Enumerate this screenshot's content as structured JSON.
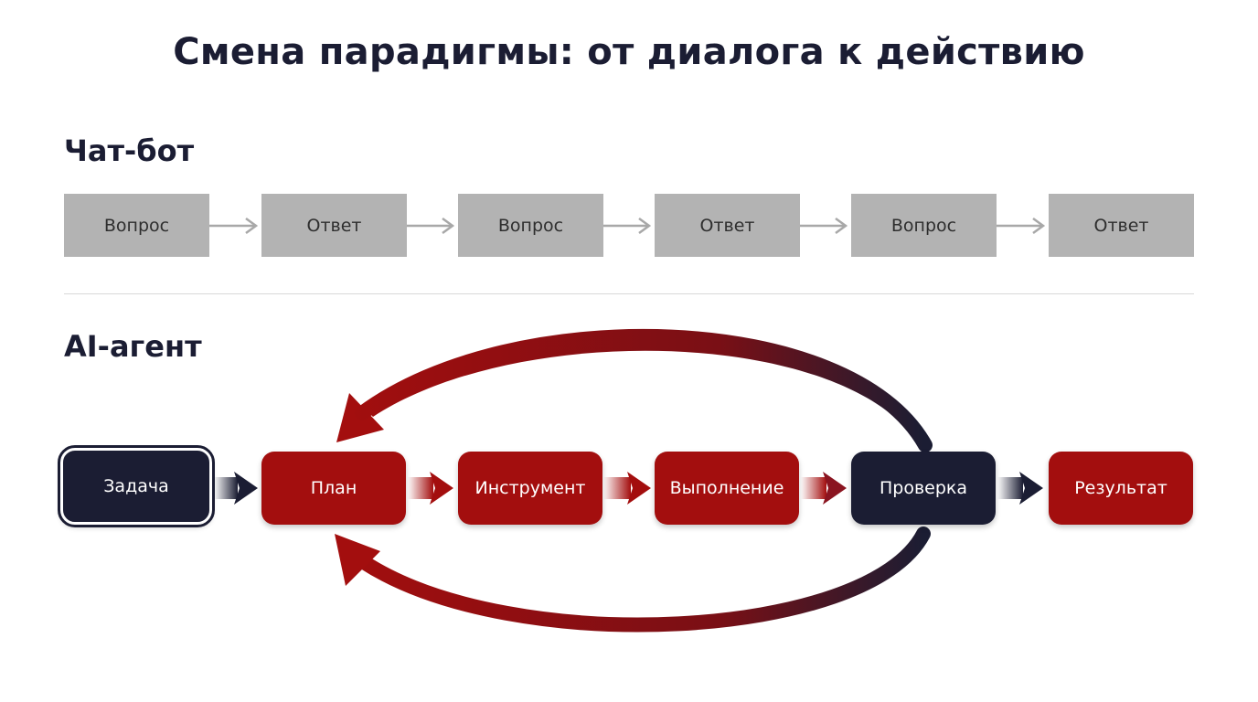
{
  "title": "Смена парадигмы: от диалога к действию",
  "chatbot": {
    "label": "Чат-бот",
    "steps": [
      "Вопрос",
      "Ответ",
      "Вопрос",
      "Ответ",
      "Вопрос",
      "Ответ"
    ]
  },
  "agent": {
    "label": "AI-агент",
    "steps": [
      "Задача",
      "План",
      "Инструмент",
      "Выполнение",
      "Проверка",
      "Результат"
    ]
  },
  "colors": {
    "navy": "#1b1d33",
    "red": "#a30e0e",
    "gray_box": "#b3b3b3",
    "gray_arrow": "#a8a8a8"
  }
}
